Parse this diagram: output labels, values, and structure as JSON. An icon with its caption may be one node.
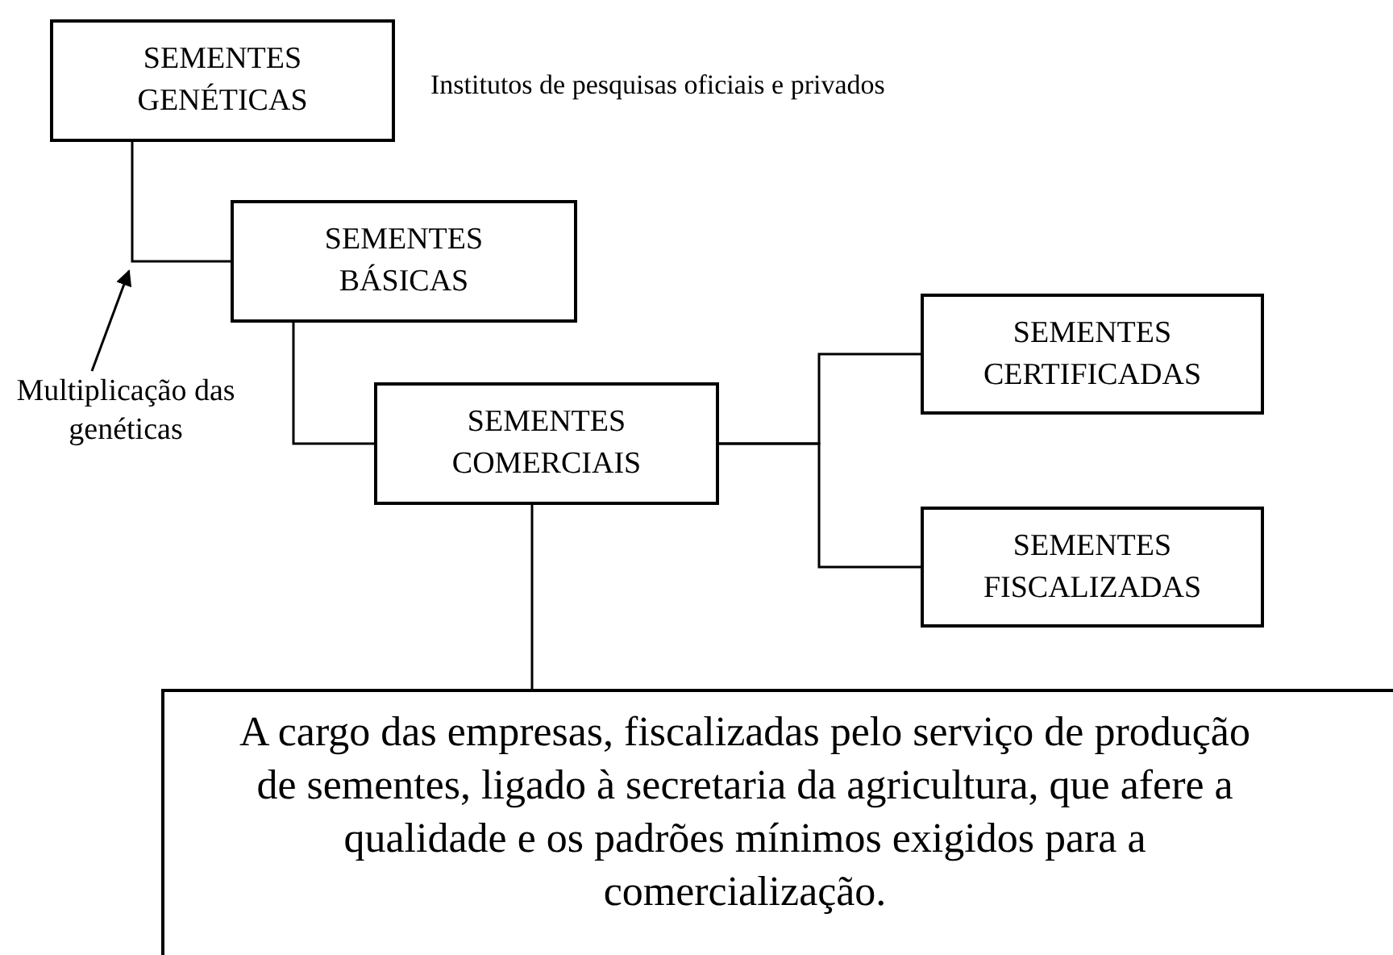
{
  "diagram": {
    "nodes": [
      {
        "text": [
          "SEMENTES GENÉTICAS"
        ],
        "beside": [
          "Institutos de pesquisas oficiais e privados"
        ]
      },
      {
        "text": [
          "SEMENTES BÁSICAS"
        ]
      },
      {
        "text": [
          "Multiplicação das genéticas"
        ]
      },
      {
        "text": [
          "SEMENTES COMERCIAIS"
        ]
      },
      {
        "text": [
          "SEMENTES CERTIFICADAS"
        ]
      },
      {
        "text": [
          "SEMENTES FISCALIZADAS"
        ]
      },
      {
        "text": [
          "A cargo das empresas, fiscalizadas pelo serviço de produção de sementes, ligado à secretaria da agricultura, que afere a qualidade e os padrões mínimos exigidos para a comercialização."
        ]
      }
    ],
    "edges": [
      {
        "from": 0,
        "to": 1,
        "arrow": "none"
      },
      {
        "from": 1,
        "to": 3,
        "arrow": "none"
      },
      {
        "from": 3,
        "to": 4,
        "arrow": "none"
      },
      {
        "from": 3,
        "to": 5,
        "arrow": "none"
      },
      {
        "from": 3,
        "to": 6,
        "arrow": "none"
      },
      {
        "from": 2,
        "to": null,
        "arrow": "to"
      }
    ]
  }
}
